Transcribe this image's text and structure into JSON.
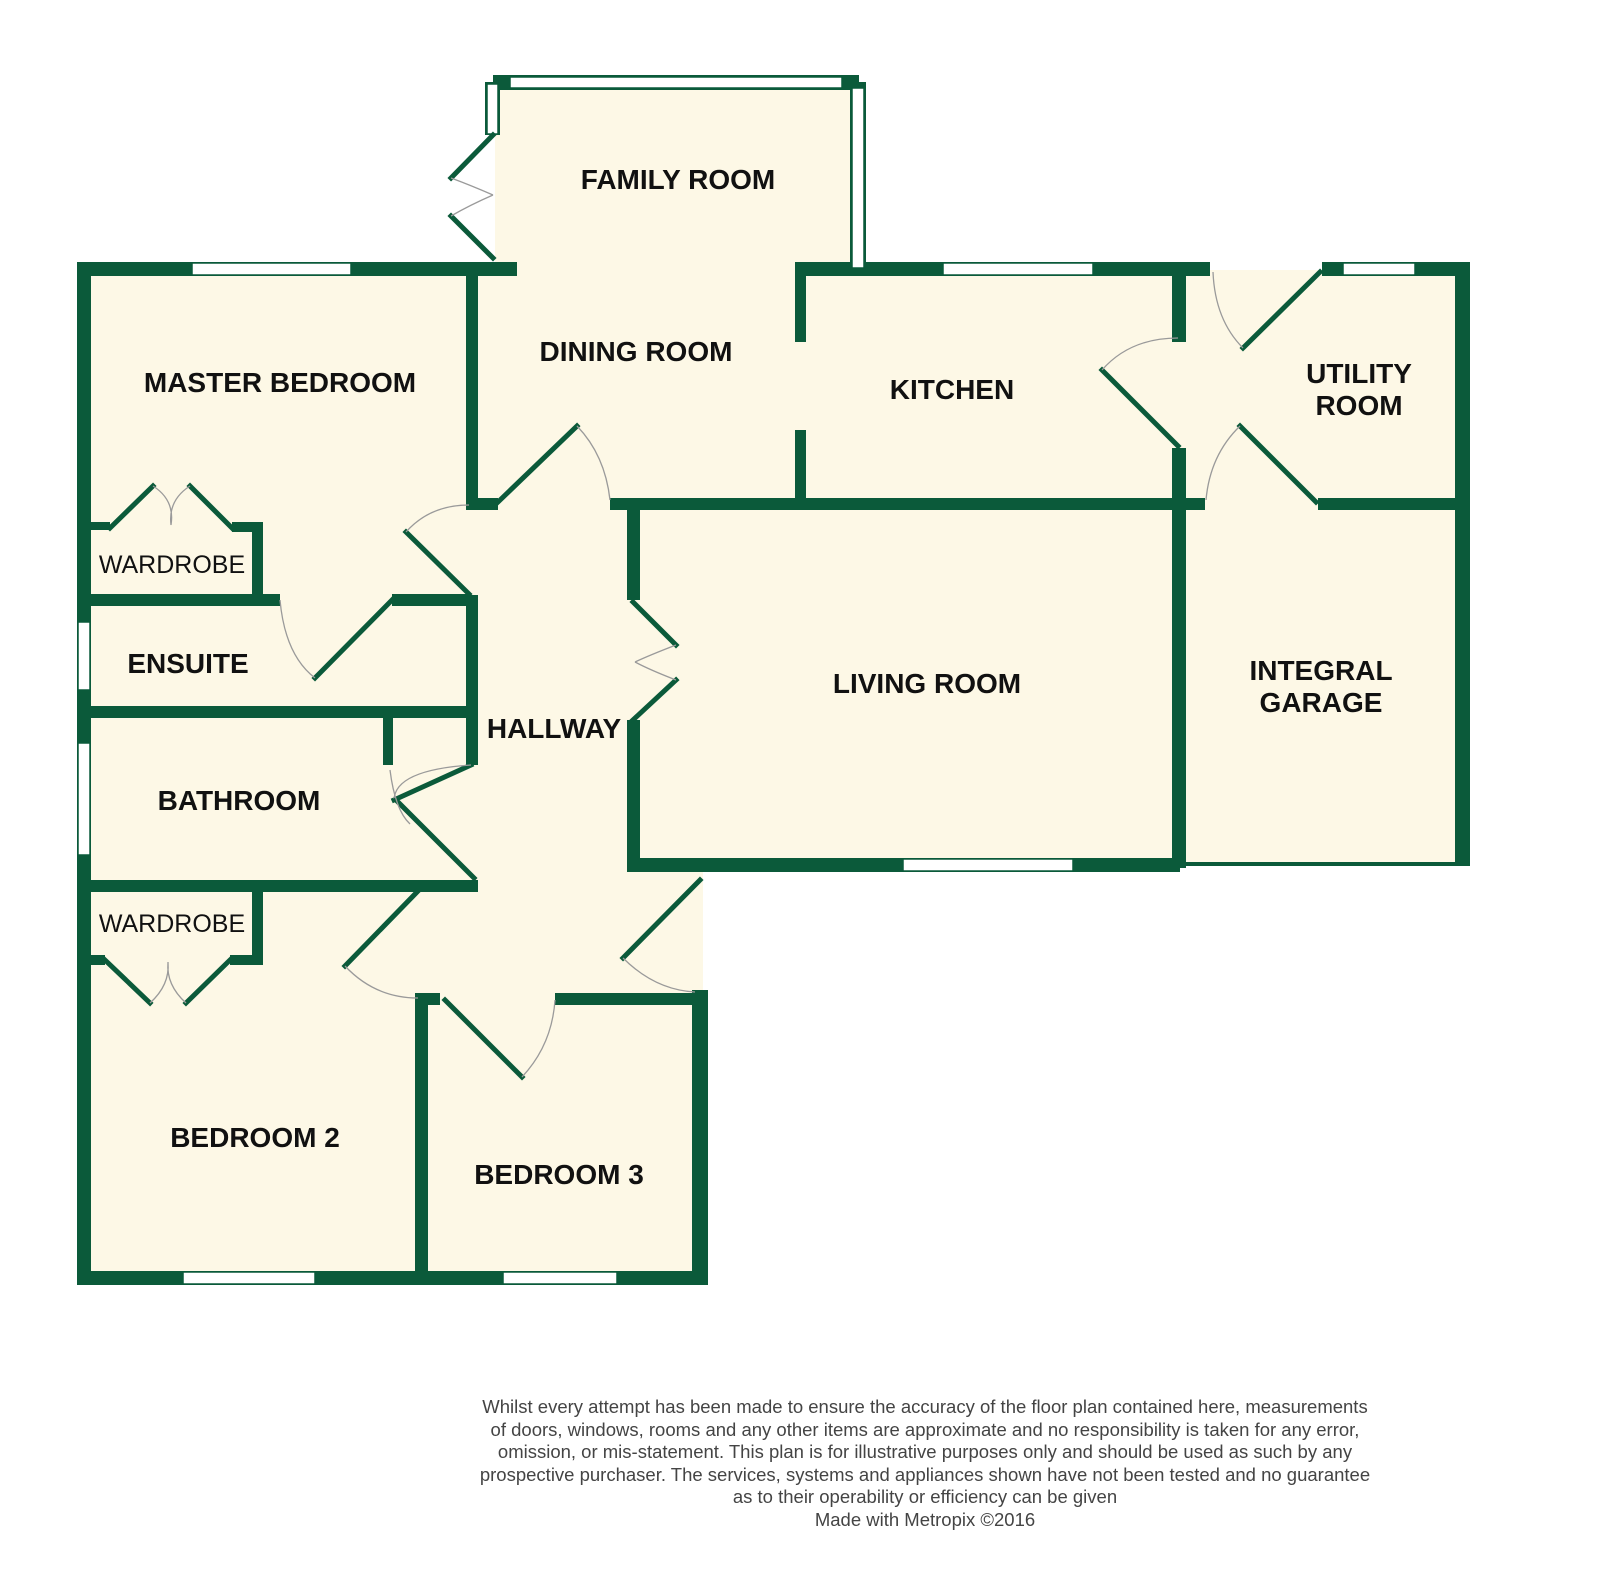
{
  "colors": {
    "wall": "#0b5a3a",
    "floor": "#fdf8e6",
    "window": "#ffffff"
  },
  "rooms": {
    "family_room": "FAMILY ROOM",
    "dining_room": "DINING ROOM",
    "master_bedroom": "MASTER BEDROOM",
    "kitchen": "KITCHEN",
    "utility_room_1": "UTILITY",
    "utility_room_2": "ROOM",
    "wardrobe_1": "WARDROBE",
    "ensuite": "ENSUITE",
    "hallway": "HALLWAY",
    "living_room": "LIVING ROOM",
    "garage_1": "INTEGRAL",
    "garage_2": "GARAGE",
    "bathroom": "BATHROOM",
    "wardrobe_2": "WARDROBE",
    "bedroom_2": "BEDROOM 2",
    "bedroom_3": "BEDROOM 3"
  },
  "disclaimer": [
    "Whilst every attempt has been made to ensure the accuracy of the floor plan contained here, measurements",
    "of doors, windows, rooms and any other items are approximate and no responsibility is taken for any error,",
    "omission, or mis-statement. This plan is for illustrative purposes only and should be used as such by any",
    "prospective purchaser. The services, systems and appliances shown have not been tested and no guarantee",
    "as to their operability or efficiency can be given"
  ],
  "credit": "Made with Metropix ©2016"
}
